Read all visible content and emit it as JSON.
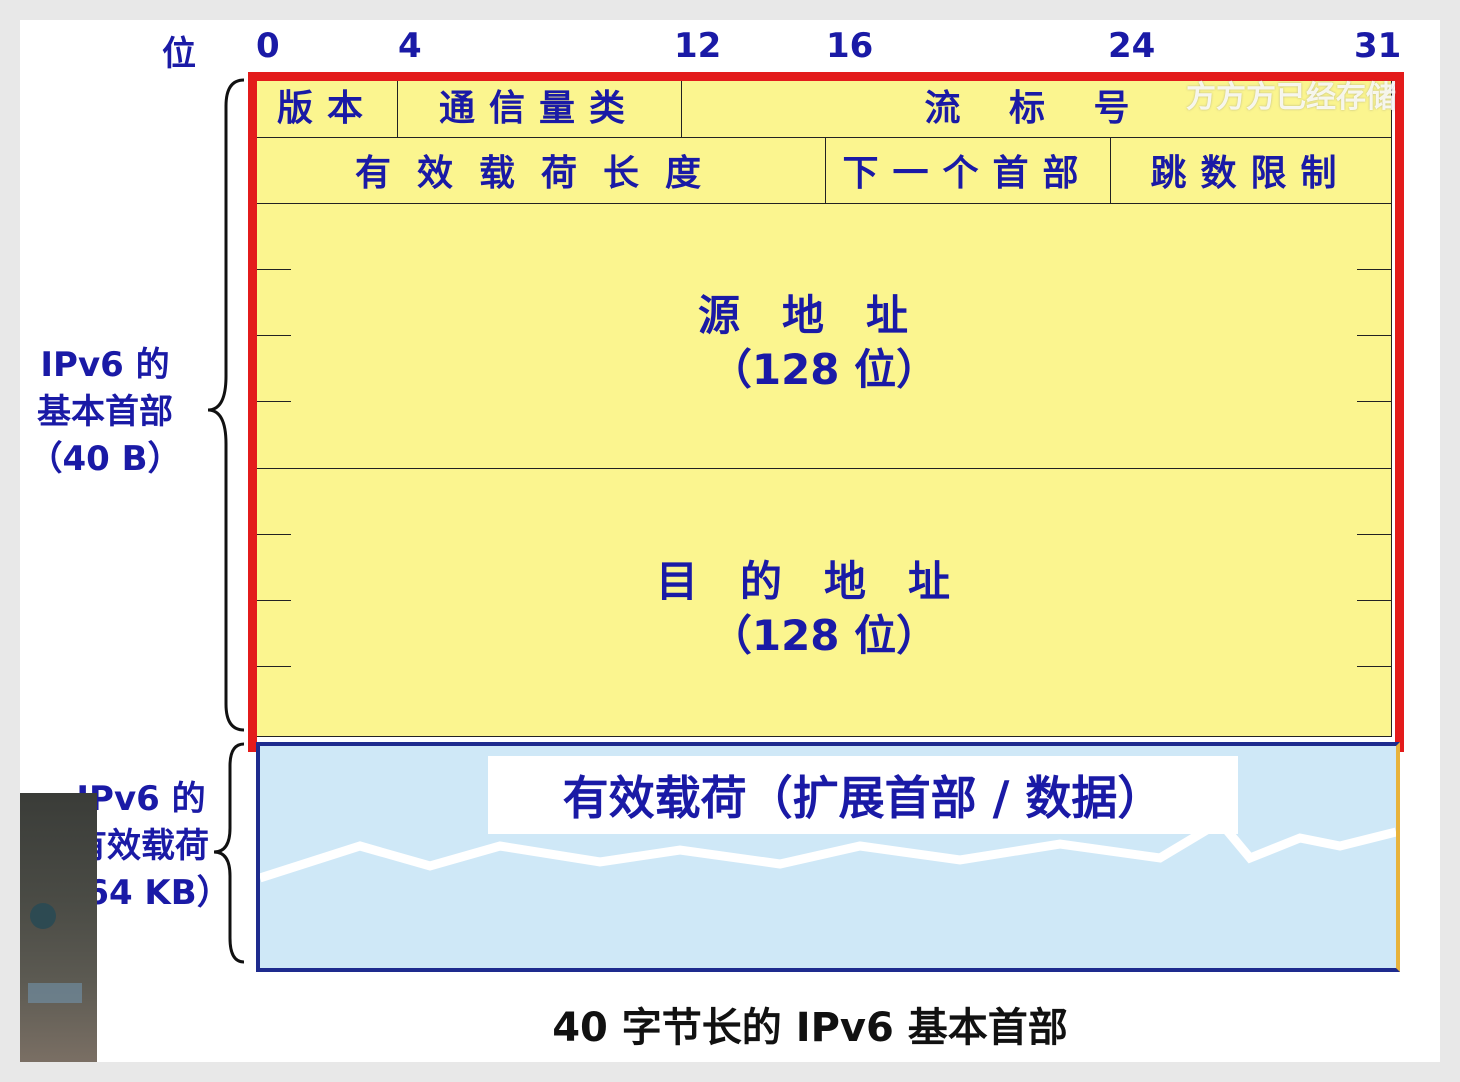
{
  "bit_axis": {
    "label": "位",
    "marks": [
      "0",
      "4",
      "12",
      "16",
      "24",
      "31"
    ]
  },
  "header": {
    "row1": {
      "version": "版本",
      "traffic_class": "通信量类",
      "flow_label": "流 标 号"
    },
    "row2": {
      "payload_length": "有效载荷长度",
      "next_header": "下一个首部",
      "hop_limit": "跳数限制"
    },
    "source_address": {
      "name": "源地址",
      "bits": "（128 位）"
    },
    "destination_address": {
      "name": "目的地址",
      "bits": "（128 位）"
    }
  },
  "payload": {
    "label": "有效载荷（扩展首部 / 数据）"
  },
  "side_labels": {
    "basic_header": [
      "IPv6 的",
      "基本首部",
      "（40 B）"
    ],
    "payload": [
      "IPv6 的",
      "有效载荷",
      "（64 KB）"
    ]
  },
  "caption": "40 字节长的 IPv6 基本首部",
  "watermark": "方方方已经存储",
  "colors": {
    "header_fill": "#fbf58f",
    "highlight_border": "#e31b1b",
    "payload_fill": "#cfe8f7",
    "text": "#1a1aa6"
  }
}
